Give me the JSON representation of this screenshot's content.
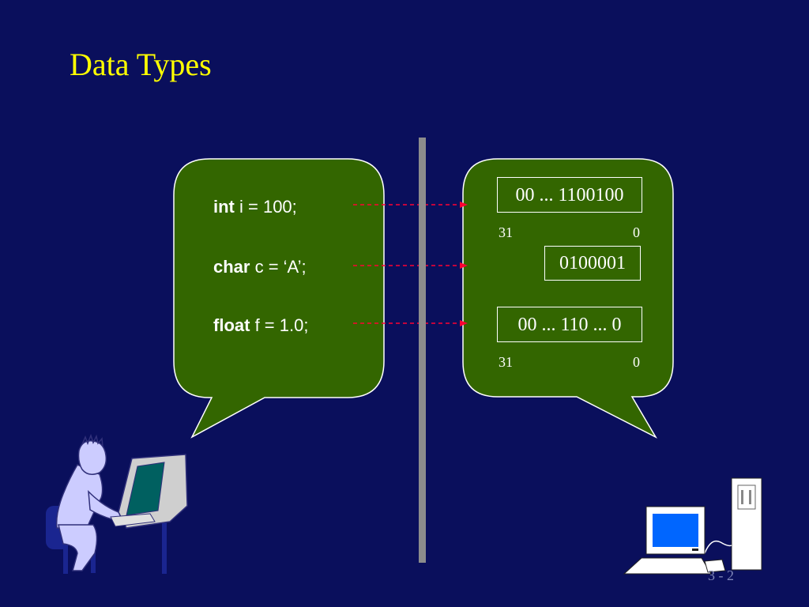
{
  "slide": {
    "title": "Data Types",
    "page_number": "3 - 2"
  },
  "colors": {
    "background": "#0a0f5c",
    "title": "#ffff00",
    "bubble_fill": "#336600",
    "arrow": "#ff0033",
    "divider": "#8c8c8c"
  },
  "declarations": [
    {
      "keyword": "int",
      "rest": " i = 100;"
    },
    {
      "keyword": "char",
      "rest": " c = ‘A’;"
    },
    {
      "keyword": "float",
      "rest": " f = 1.0;"
    }
  ],
  "memory": {
    "int_bits": "00 ... 1100100",
    "int_high": "31",
    "int_low": "0",
    "char_bits": "0100001",
    "float_bits": "00 ... 110 ... 0",
    "float_high": "31",
    "float_low": "0"
  },
  "icons": [
    "person-at-computer-icon",
    "desktop-computer-icon"
  ]
}
